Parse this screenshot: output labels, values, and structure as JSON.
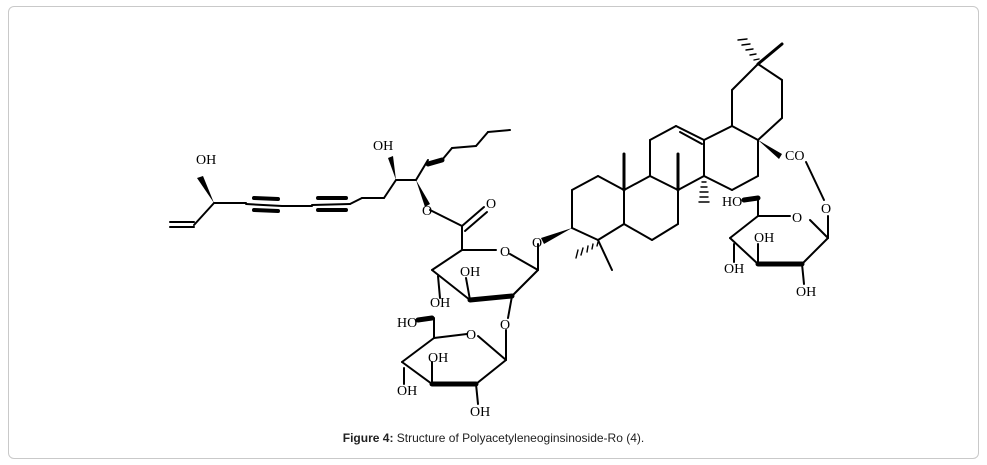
{
  "caption": {
    "label": "Figure 4:",
    "text": " Structure of Polyacetyleneoginsinoside-Ro (4)."
  },
  "atoms": {
    "oh": "OH",
    "ho": "HO",
    "o": "O",
    "co": "CO"
  }
}
